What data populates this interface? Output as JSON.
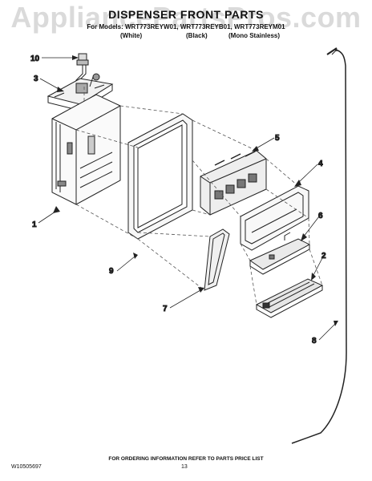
{
  "watermark": "AppliancePartsPros.com",
  "title": "DISPENSER FRONT PARTS",
  "models": "For Models: WRT773REYW01, WRT773REYB01, WRT773REYM01",
  "variants": [
    "(White)",
    "(Black)",
    "(Mono Stainless)"
  ],
  "callouts": [
    "10",
    "3",
    "5",
    "4",
    "6",
    "1",
    "9",
    "2",
    "7",
    "8"
  ],
  "footer": {
    "ordering_note": "FOR ORDERING INFORMATION REFER TO PARTS PRICE LIST",
    "doc_number": "W10505697",
    "page_number": "13"
  }
}
